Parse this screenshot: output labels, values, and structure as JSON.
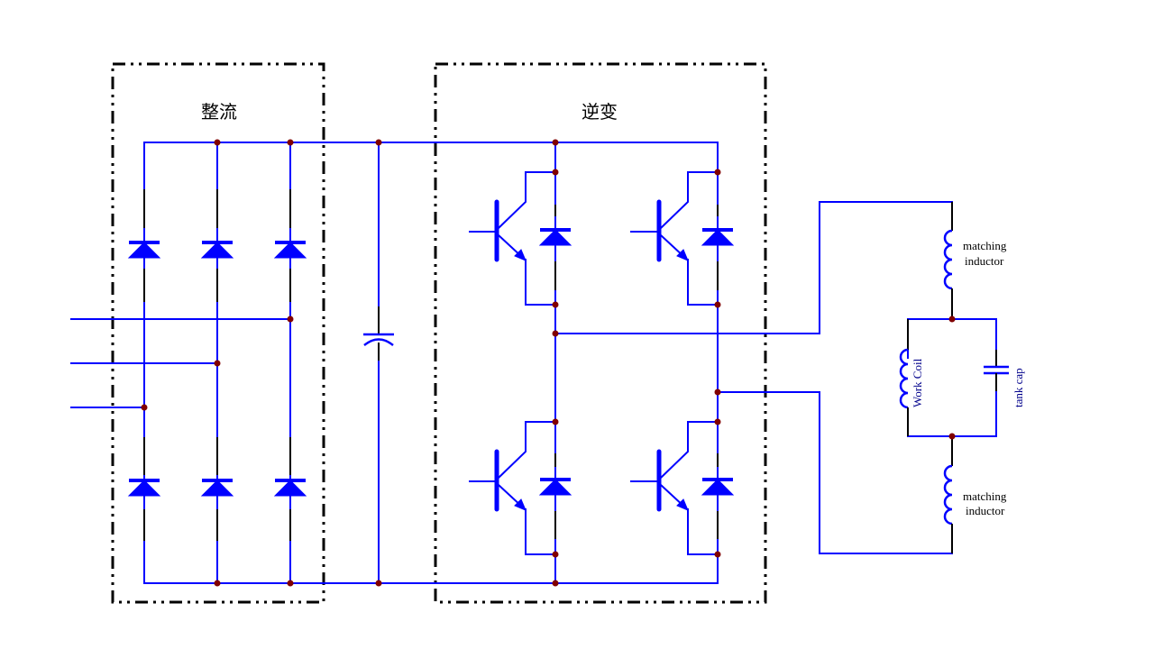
{
  "diagram": {
    "title": "Induction heater power circuit",
    "blocks": {
      "rectifier": {
        "label": "整流"
      },
      "inverter": {
        "label": "逆变"
      }
    },
    "components": {
      "rectifier_diodes": 6,
      "dc_link_capacitor": 1,
      "igbts": 4,
      "freewheel_diodes": 4
    },
    "labels": {
      "matching_inductor_top_line1": "matching",
      "matching_inductor_top_line2": "inductor",
      "matching_inductor_bottom_line1": "matching",
      "matching_inductor_bottom_line2": "inductor",
      "work_coil": "Work Coil",
      "tank_cap": "tank cap"
    },
    "colors": {
      "wire": "#0000ff",
      "lead": "#000000",
      "junction": "#800000",
      "block_border": "#000000",
      "label_blue": "#00008b"
    }
  }
}
